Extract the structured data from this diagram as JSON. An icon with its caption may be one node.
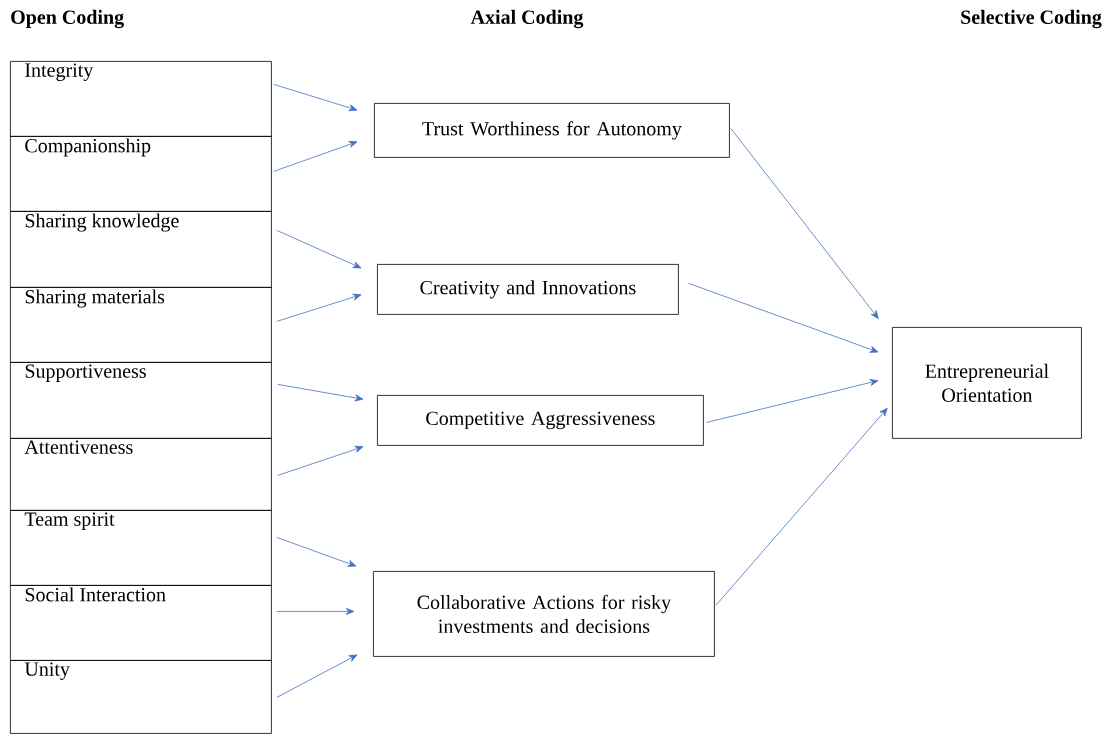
{
  "diagram": {
    "nodes": [
      {
        "text": [
          "Integrity"
        ]
      },
      {
        "text": [
          "Companionship"
        ]
      },
      {
        "text": [
          "Sharing knowledge"
        ]
      },
      {
        "text": [
          "Sharing materials"
        ]
      },
      {
        "text": [
          "Supportiveness"
        ]
      },
      {
        "text": [
          "Attentiveness"
        ]
      },
      {
        "text": [
          "Team spirit"
        ]
      },
      {
        "text": [
          "Social Interaction"
        ]
      },
      {
        "text": [
          "Unity"
        ]
      },
      {
        "text": [
          "Trust Worthiness for Autonomy"
        ]
      },
      {
        "text": [
          "Creativity and Innovations"
        ]
      },
      {
        "text": [
          "Competitive Aggressiveness"
        ]
      },
      {
        "text": [
          "Collaborative Actions for risky investments and decisions"
        ]
      },
      {
        "text": [
          "Entrepreneurial Orientation"
        ]
      }
    ],
    "edges": [
      {
        "from": 0,
        "to": 9,
        "arrow": "to"
      },
      {
        "from": 1,
        "to": 9,
        "arrow": "to"
      },
      {
        "from": 2,
        "to": 10,
        "arrow": "to"
      },
      {
        "from": 3,
        "to": 10,
        "arrow": "to"
      },
      {
        "from": 4,
        "to": 11,
        "arrow": "to"
      },
      {
        "from": 5,
        "to": 11,
        "arrow": "to"
      },
      {
        "from": 6,
        "to": 12,
        "arrow": "to"
      },
      {
        "from": 7,
        "to": 12,
        "arrow": "to"
      },
      {
        "from": 8,
        "to": 12,
        "arrow": "to"
      },
      {
        "from": 9,
        "to": 13,
        "arrow": "to"
      },
      {
        "from": 10,
        "to": 13,
        "arrow": "to"
      },
      {
        "from": 11,
        "to": 13,
        "arrow": "to"
      },
      {
        "from": 12,
        "to": 13,
        "arrow": "to"
      }
    ],
    "labels": [
      "Open Coding",
      "Axial Coding",
      "Selective Coding"
    ]
  }
}
